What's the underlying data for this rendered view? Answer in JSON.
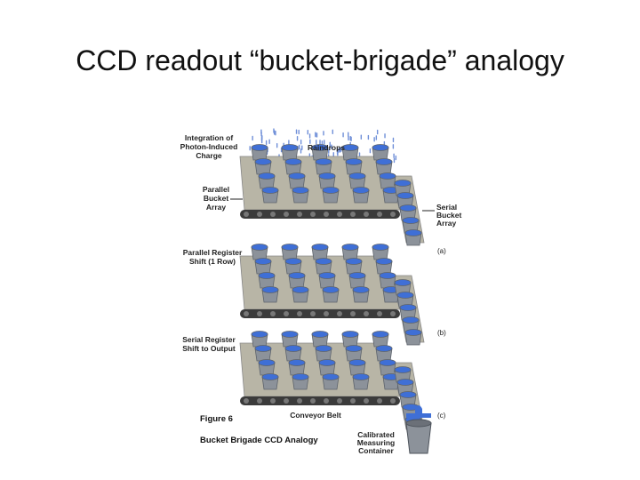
{
  "slide": {
    "title": "CCD readout “bucket-brigade” analogy"
  },
  "figure": {
    "labels": {
      "integration": [
        "Integration of",
        "Photon-Induced",
        "Charge"
      ],
      "raindrops": "Raindrops",
      "parallel_bucket": [
        "Parallel",
        "Bucket",
        "Array"
      ],
      "serial_bucket": [
        "Serial",
        "Bucket",
        "Array"
      ],
      "parallel_shift": [
        "Parallel Register",
        "Shift (1 Row)"
      ],
      "serial_shift": [
        "Serial Register",
        "Shift to Output"
      ],
      "conveyor": "Conveyor Belt",
      "calibrated": [
        "Calibrated",
        "Measuring",
        "Container"
      ],
      "panel_a": "(a)",
      "panel_b": "(b)",
      "panel_c": "(c)",
      "figure_number": "Figure 6",
      "caption": "Bucket Brigade CCD Analogy"
    },
    "colors": {
      "bucket": "#8c929a",
      "bucket_rim": "#5d636b",
      "water": "#3f6fd6",
      "belt": "#b8b5a6",
      "belt_dark": "#3b3b3b",
      "rain": "#6f8fd8"
    }
  }
}
